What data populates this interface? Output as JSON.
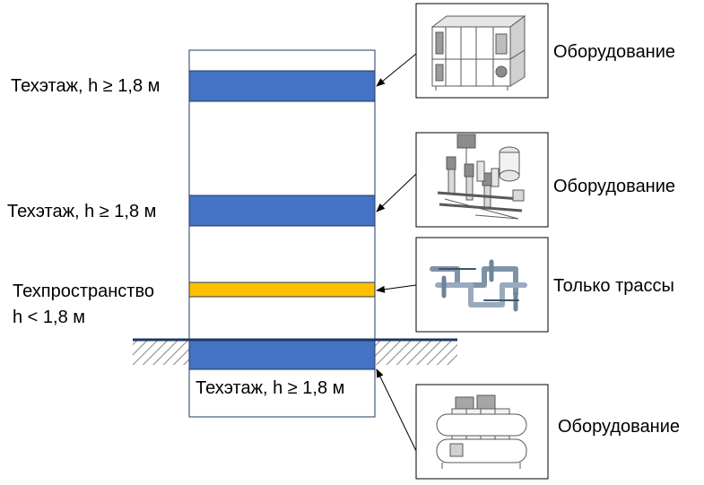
{
  "floors": [
    {
      "id": "tech-floor-1",
      "label": "Техэтаж, h ≥ 1,8 м",
      "color": "#4472c4",
      "equipment": "Оборудование",
      "picture": "air-handling-unit-icon"
    },
    {
      "id": "tech-floor-2",
      "label": "Техэтаж, h ≥ 1,8 м",
      "color": "#4472c4",
      "equipment": "Оборудование",
      "picture": "pump-station-icon"
    },
    {
      "id": "tech-space",
      "label_line1": "Техпространство",
      "label_line2": "h < 1,8 м",
      "color": "#ffc000",
      "equipment": "Только трассы",
      "picture": "pipe-routes-icon"
    },
    {
      "id": "tech-floor-basement",
      "label": "Техэтаж, h ≥ 1,8 м",
      "color": "#4472c4",
      "equipment": "Оборудование",
      "picture": "chiller-unit-icon"
    }
  ],
  "colors": {
    "outline": "#1f3864",
    "ground": "#1f3864",
    "hatch": "#8c8c8c",
    "equipment_line": "#595959"
  }
}
